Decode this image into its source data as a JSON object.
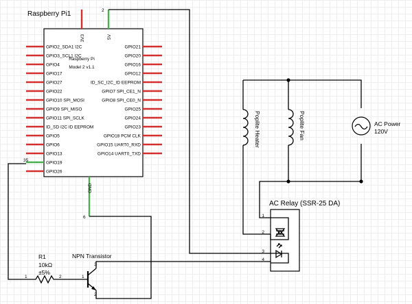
{
  "board": {
    "title": "Raspberry Pi1",
    "model_line1": "Raspberry Pi",
    "model_line2": "Model 2 v1.1",
    "top_pins": [
      "3V3",
      "5V"
    ],
    "top_pin_number": "2",
    "bottom_pin": "GND",
    "bottom_pin_number": "6",
    "left_pins": [
      "GPIO2_SDA1 I2C",
      "GPIO3_SCL1 I2C",
      "GPIO4",
      "GPIO17",
      "GPIO27",
      "GPIO22",
      "GPIO10 SPI_MOSI",
      "GPIO9 SPI_MISO",
      "GPIO11 SPI_SCLK",
      "ID_SD I2C ID EEPROM",
      "GPIO5",
      "GPIO6",
      "GPIO13",
      "GPIO19",
      "GPIO26"
    ],
    "left_connected_pin_number": "35",
    "right_pins": [
      "GPIO21",
      "GPIO20",
      "GPIO16",
      "GPIO12",
      "ID_SC_I2C_ID EEPROM",
      "GPIO7 SPI_CE1_N",
      "GPIO8 SPI_CE0_N",
      "GPIO25",
      "GPIO24",
      "GPIO23",
      "GPIO18 PCM CLK",
      "GPIO15 UART0_RXD",
      "GPIO14 UART0_TXD"
    ]
  },
  "loads": {
    "heater": "Poplite Heater",
    "fan": "Poplite Fan",
    "ac_line1": "AC Power",
    "ac_line2": "120V"
  },
  "relay": {
    "title": "AC Relay (SSR-25 DA)",
    "pins": [
      "1",
      "2",
      "3",
      "4"
    ]
  },
  "resistor": {
    "name": "R1",
    "value": "10kΩ",
    "tolerance": "±5%",
    "pin1": "1",
    "pin2": "2"
  },
  "transistor": {
    "title": "NPN Transistor",
    "pin1": "1",
    "pin2": "2",
    "pin3": "3"
  },
  "colors": {
    "pin_power": "#d32f2f",
    "pin_connected": "#4caf50",
    "wire": "#000000"
  }
}
